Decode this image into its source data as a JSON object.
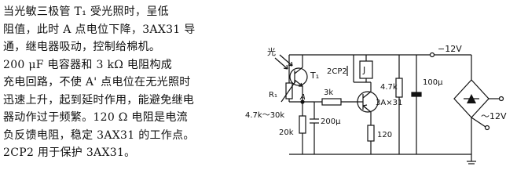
{
  "description": {
    "lines": [
      "当光敏三极管 T₁ 受光照时，呈低",
      "阻值，此时 A 点电位下降，3AX31 导",
      "通，继电器吸动，控制给棉机。",
      "200 μF 电容器和 3 kΩ 电阻构成",
      "充电回路，不使 A' 点电位在无光照时",
      "迅速上升，起到延时作用，能避免继电",
      "器动作过于频繁。120 Ω 电阻是电流",
      "负反馈电阻，稳定 3AX31 的工作点。",
      "2CP2 用于保护 3AX31。"
    ]
  },
  "schematic": {
    "light_label": "光",
    "phototransistor_label": "T₁",
    "r1_label": "R₁",
    "pot_label": "4.7k～30k",
    "node_label": "A",
    "res_3k_label": "3k",
    "res_20k_label": "20k",
    "cap_200u_label": "200μ",
    "diode_label": "2CP2",
    "relay_label": "J",
    "transistor_label": "3A×31",
    "res_120_label": "120",
    "res_47k_label": "4.7k",
    "cap_100u_label": "100μ",
    "supply_dc_label": "−12V",
    "supply_ac_label": "～12V"
  }
}
